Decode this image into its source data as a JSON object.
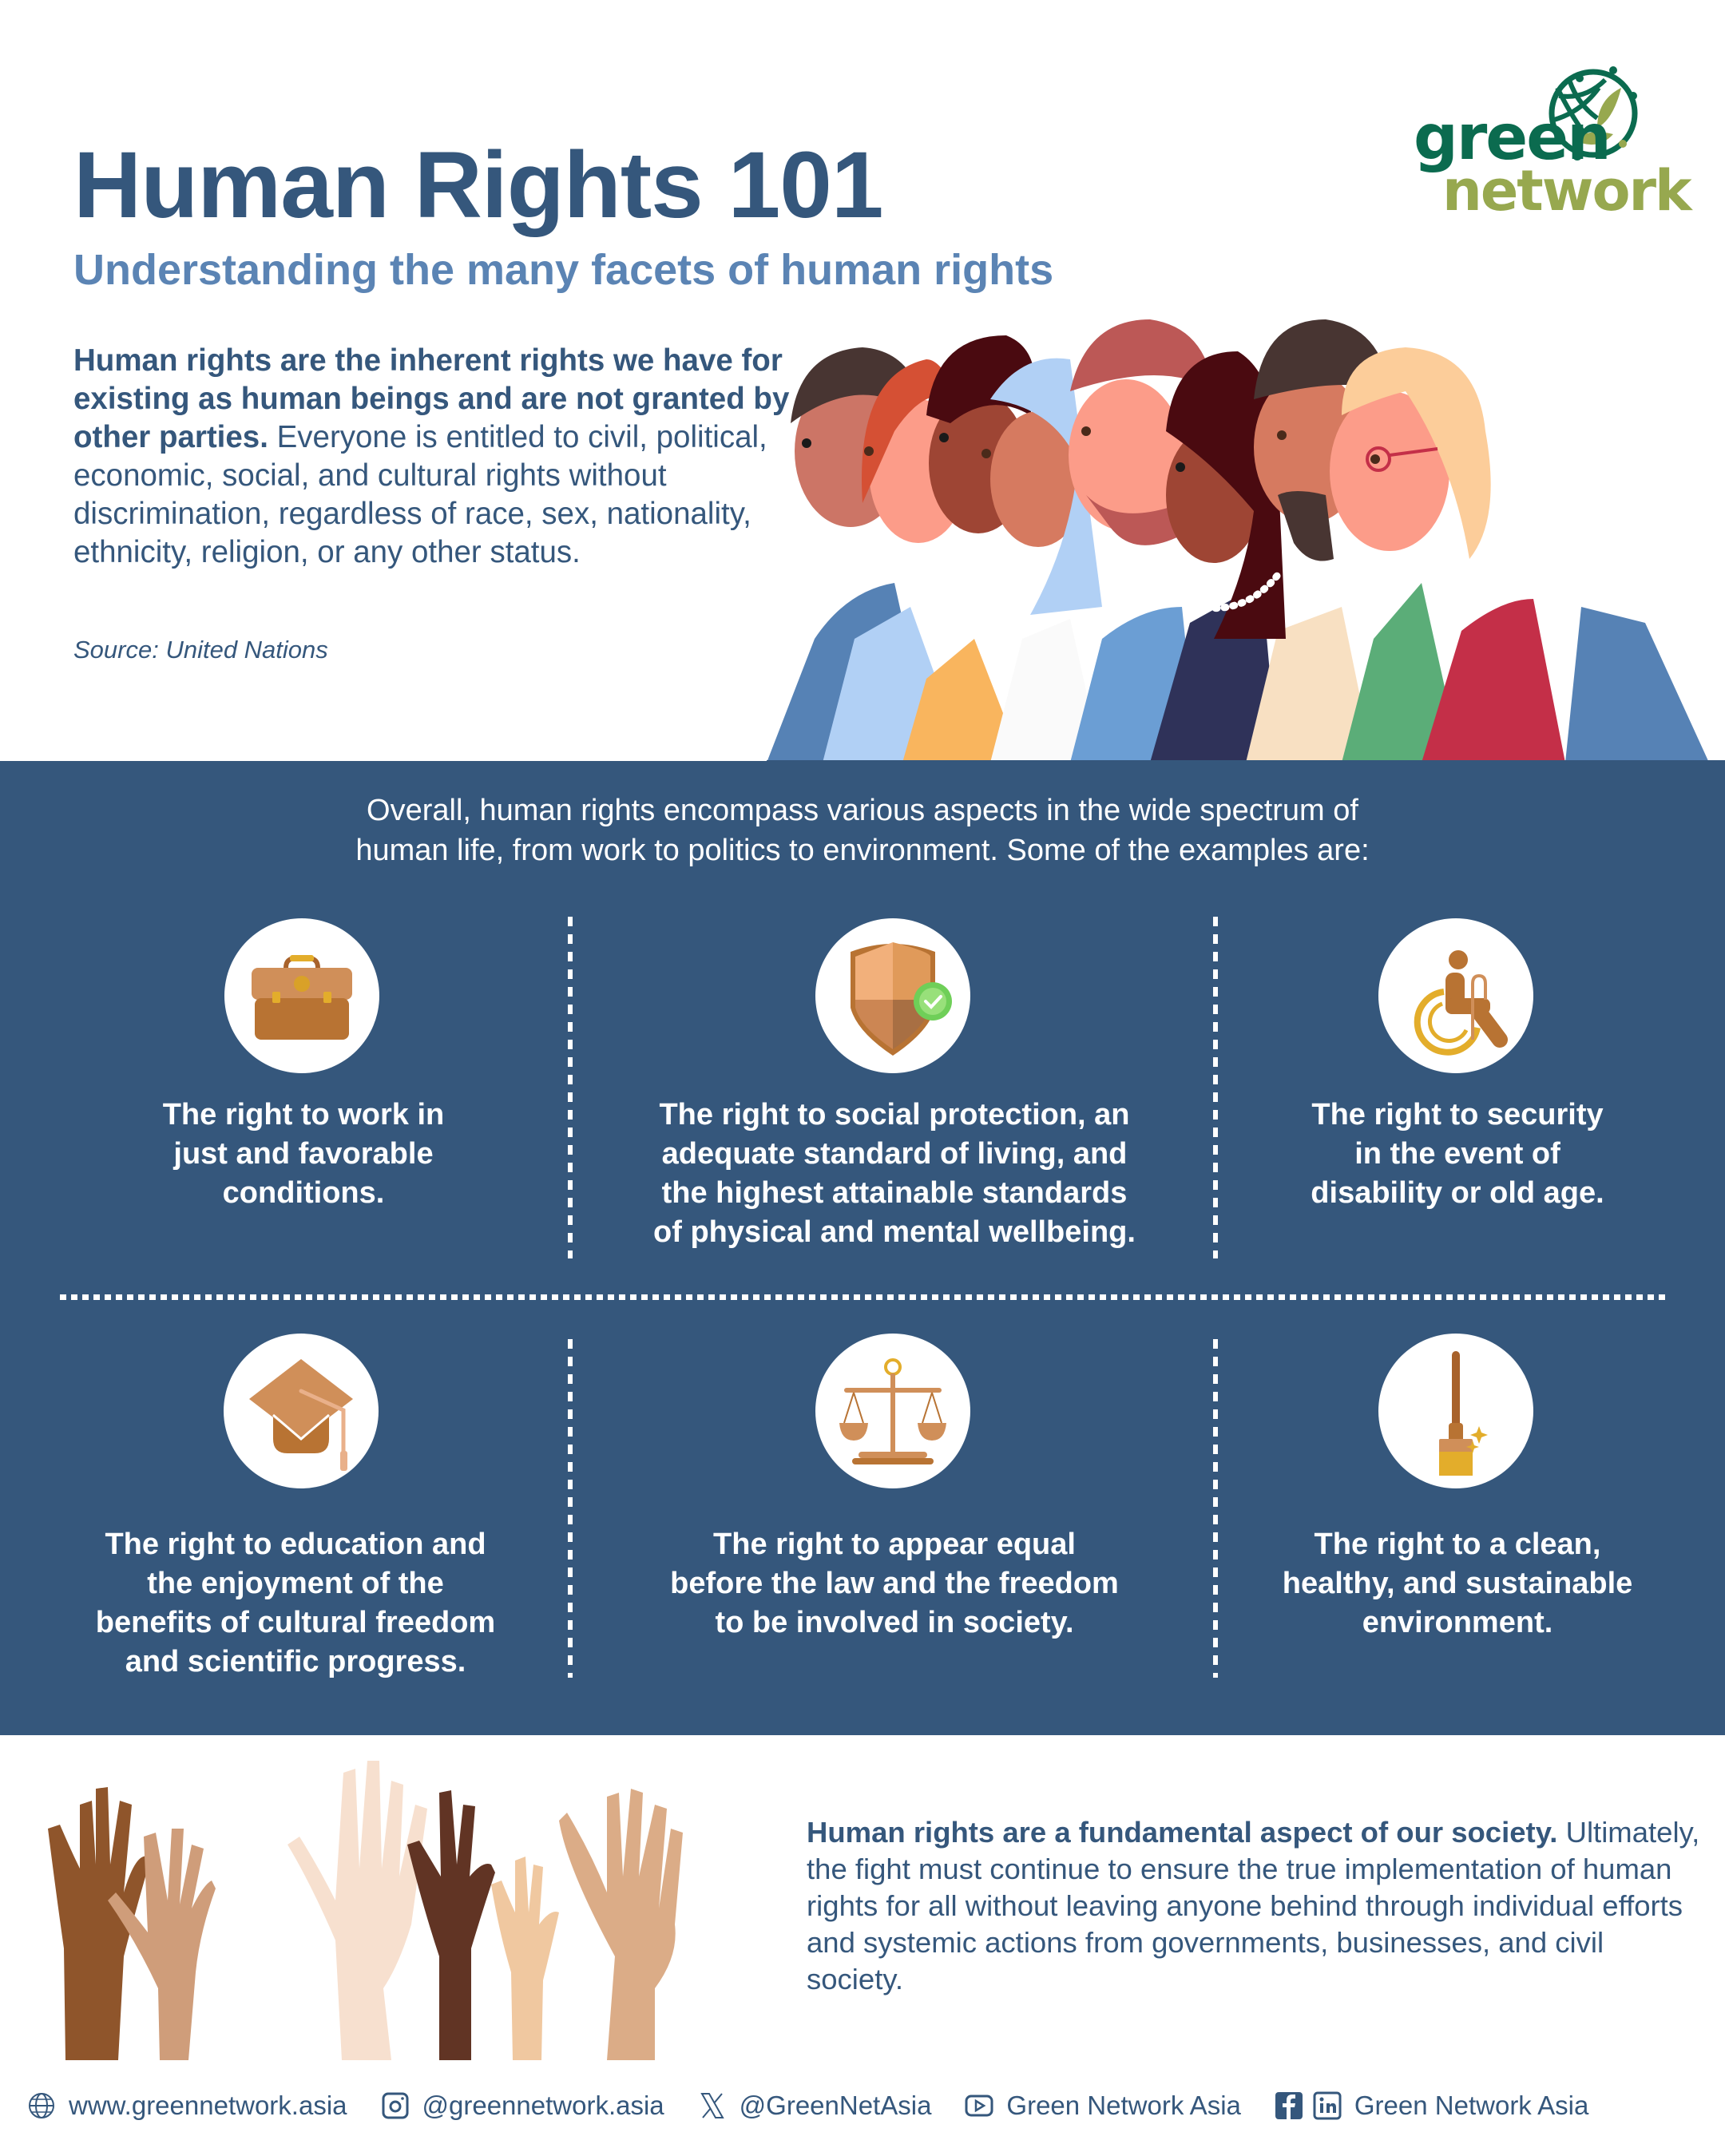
{
  "header": {
    "title": "Human Rights 101",
    "subtitle": "Understanding the many facets of human rights",
    "logo": {
      "line1": "green",
      "line2": "network",
      "icon": "globe-leaf-icon",
      "colors": {
        "dark": "#0b6b4f",
        "light": "#97a84f"
      }
    }
  },
  "intro": {
    "bold": "Human rights are the inherent rights we have for existing as human beings and are not granted by other parties.",
    "text": " Everyone is entitled to civil, political, economic, social, and cultural rights without discrimination, regardless of race, sex, nationality, ethnicity, religion, or any other status.",
    "source": "Source: United Nations"
  },
  "illustrations": {
    "people": "diverse-people-group-illustration",
    "hands": "raised-hands-illustration"
  },
  "band": {
    "intro_line1": "Overall, human rights encompass various aspects in the wide spectrum of",
    "intro_line2": "human life, from work to politics to environment. Some of the examples are:",
    "background": "#35577c"
  },
  "rights": [
    {
      "icon": "briefcase-icon",
      "lines": [
        "The right to work in",
        "just and favorable",
        "conditions."
      ]
    },
    {
      "icon": "shield-check-icon",
      "lines": [
        "The right to social protection, an",
        "adequate standard of living, and",
        "the highest attainable standards",
        "of physical and mental wellbeing."
      ]
    },
    {
      "icon": "wheelchair-icon",
      "lines": [
        "The right to security",
        "in the event of",
        "disability or old age."
      ]
    },
    {
      "icon": "graduation-cap-icon",
      "lines": [
        "The right to education and",
        "the enjoyment of the",
        "benefits of cultural freedom",
        "and scientific progress."
      ]
    },
    {
      "icon": "scales-of-justice-icon",
      "lines": [
        "The right to appear equal",
        "before the law and the freedom",
        "to be involved in society."
      ]
    },
    {
      "icon": "broom-icon",
      "lines": [
        "The right to a clean,",
        "healthy, and sustainable",
        "environment."
      ]
    }
  ],
  "outro": {
    "bold": "Human rights are a fundamental aspect of our society.",
    "text": " Ultimately, the fight must continue to ensure the true implementation of human rights for all without leaving anyone behind through individual efforts and systemic actions from governments, businesses, and civil society."
  },
  "footer": {
    "website": "www.greennetwork.asia",
    "instagram": "@greennetwork.asia",
    "x": "@GreenNetAsia",
    "youtube": "Green Network Asia",
    "facebook_linkedin": "Green Network Asia"
  },
  "colors": {
    "primary": "#35577c",
    "subtitle": "#5b84b4",
    "icon_brown": "#b87333",
    "icon_tan": "#d08f59",
    "icon_gold": "#e3ad2b"
  }
}
